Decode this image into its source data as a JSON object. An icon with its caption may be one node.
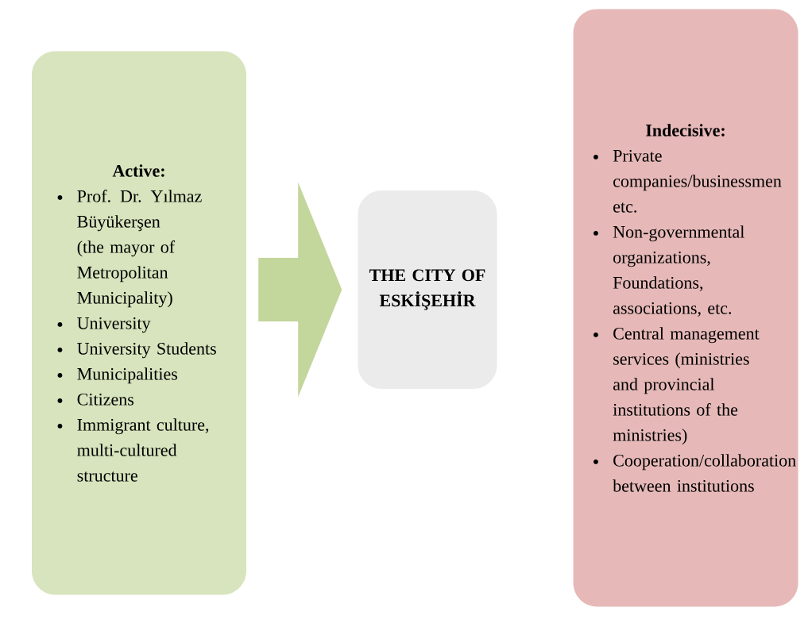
{
  "diagram": {
    "nodes": [
      {
        "text": [
          "Active:",
          "Prof. Dr. Yılmaz Büyükerşen (the mayor of Metropolitan Municipality)",
          "University",
          "University Students",
          "Municipalities",
          "Citizens",
          "Immigrant culture, multi-cultured structure"
        ]
      },
      {
        "text": [
          "THE CITY OF ESKİŞEHİR"
        ]
      },
      {
        "text": [
          "Indecisive:",
          "Private companies/businessmen etc.",
          "Non-governmental organizations, Foundations, associations, etc.",
          "Central management services (ministries and provincial institutions of the ministries)",
          "Cooperation/collaboration between institutions"
        ]
      }
    ],
    "edges": [
      {
        "from": 0,
        "to": 1,
        "arrow": "to"
      }
    ]
  }
}
